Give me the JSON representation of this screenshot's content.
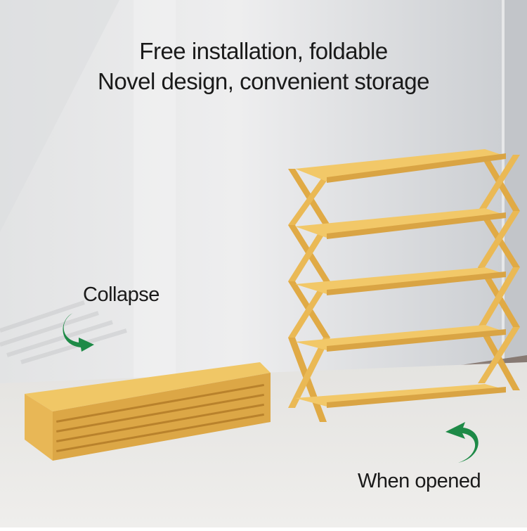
{
  "headline": {
    "line1": "Free installation, foldable",
    "line2": "Novel design, convenient storage"
  },
  "labels": {
    "collapse": "Collapse",
    "opened": "When opened"
  },
  "icons": {
    "collapse_arrow": "curved-arrow-down-right-icon",
    "opened_arrow": "curved-arrow-up-left-icon"
  },
  "colors": {
    "arrow_green": "#1e8a47",
    "wood": "#e2b24e",
    "wood_dark": "#c48d2e",
    "wall": "#d6d8db",
    "floor": "#ecebe8",
    "text": "#1a1a1a"
  },
  "products": {
    "folded_shelf": "collapsed bamboo rack (5 layers stacked)",
    "open_shelf": "opened bamboo rack (5 tiers)"
  }
}
